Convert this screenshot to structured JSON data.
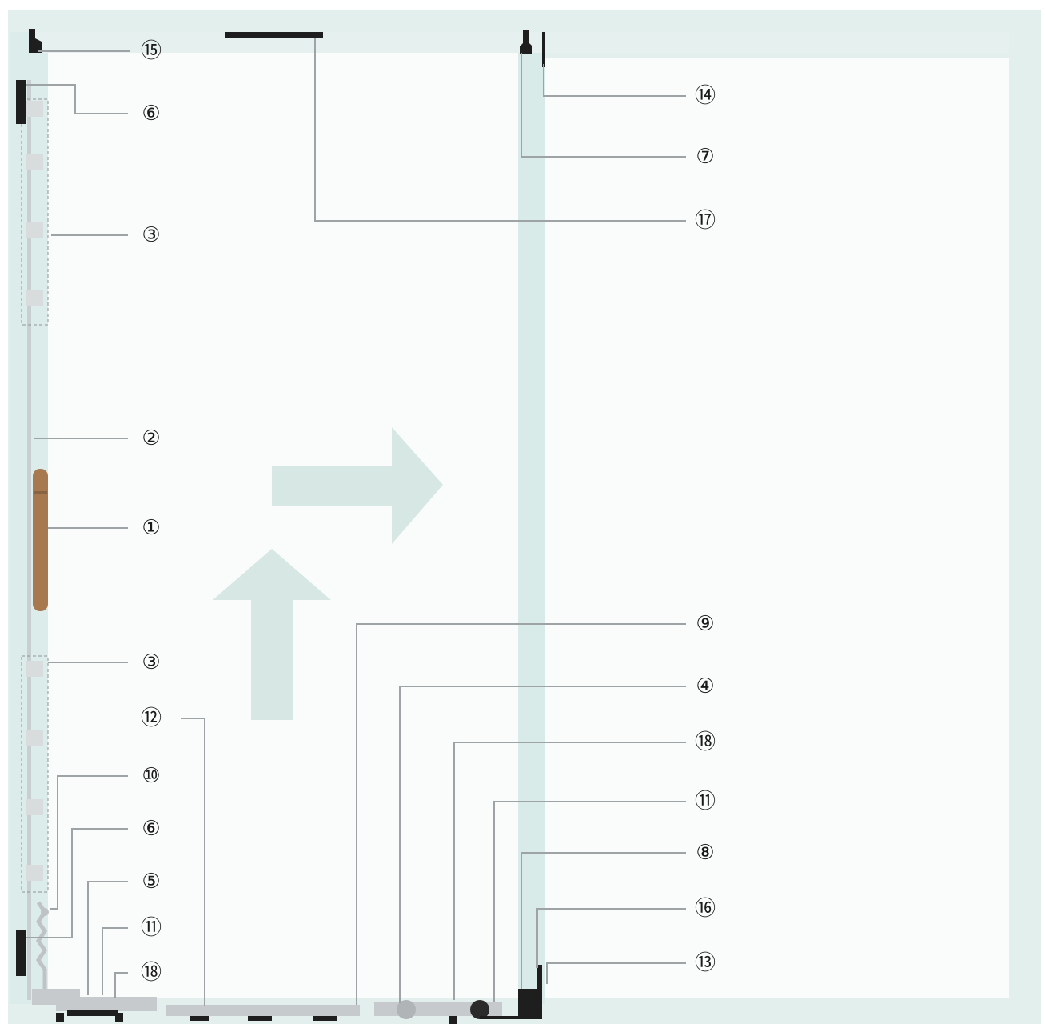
{
  "diagram": {
    "colors": {
      "frame": "#e2efec",
      "glass": "#fafcfc",
      "sash_strip": "#d8ebe8",
      "leader": "#9ea3a5",
      "arrow": "#d6e7e4",
      "handle": "#a8794f",
      "hardware_dark": "#1e1e1e",
      "hardware_grey": "#bfc3c5"
    },
    "callouts": [
      {
        "id": "c15-top",
        "label": "⑮"
      },
      {
        "id": "c6-top",
        "label": "⑥"
      },
      {
        "id": "c3-top",
        "label": "③"
      },
      {
        "id": "c2",
        "label": "②"
      },
      {
        "id": "c1",
        "label": "①"
      },
      {
        "id": "c3-bottom",
        "label": "③"
      },
      {
        "id": "c12",
        "label": "⑫"
      },
      {
        "id": "c10",
        "label": "⑩"
      },
      {
        "id": "c6-bottom",
        "label": "⑥"
      },
      {
        "id": "c5",
        "label": "⑤"
      },
      {
        "id": "c11-left",
        "label": "⑪"
      },
      {
        "id": "c18-left",
        "label": "⑱"
      },
      {
        "id": "c14",
        "label": "⑭"
      },
      {
        "id": "c7",
        "label": "⑦"
      },
      {
        "id": "c17",
        "label": "⑰"
      },
      {
        "id": "c9",
        "label": "⑨"
      },
      {
        "id": "c4",
        "label": "④"
      },
      {
        "id": "c18-right",
        "label": "⑱"
      },
      {
        "id": "c11-right",
        "label": "⑪"
      },
      {
        "id": "c8",
        "label": "⑧"
      },
      {
        "id": "c16",
        "label": "⑯"
      },
      {
        "id": "c13",
        "label": "⑬"
      }
    ]
  }
}
